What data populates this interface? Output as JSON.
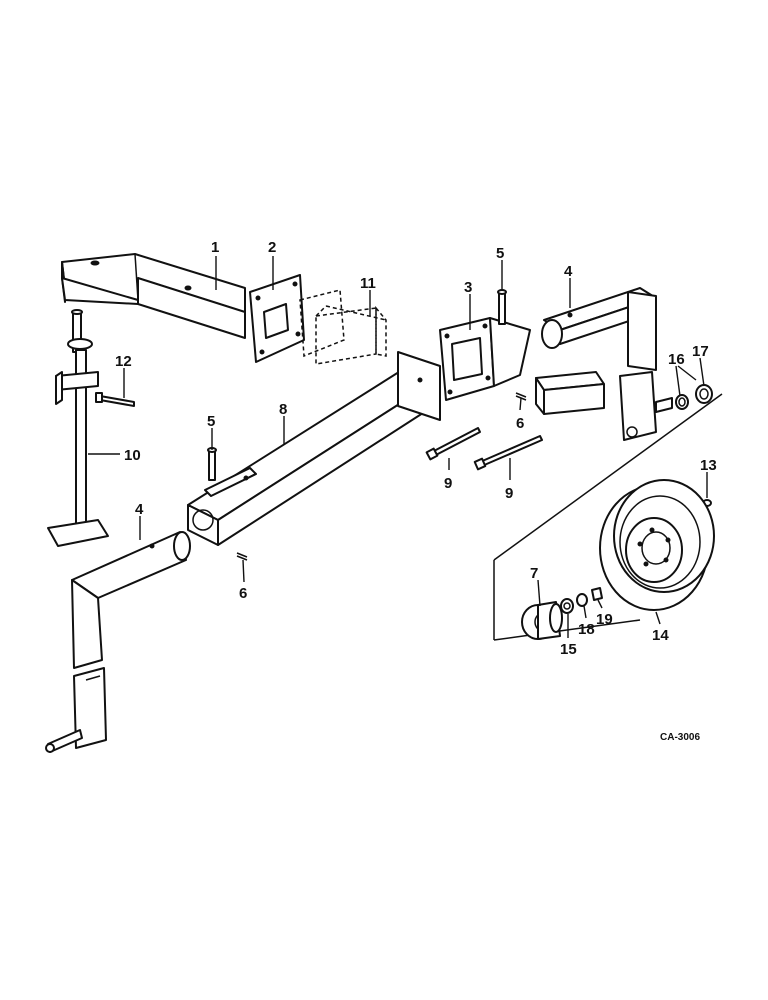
{
  "diagram_code": "CA-3006",
  "callouts": {
    "c1": "1",
    "c2": "2",
    "c3": "3",
    "c4a": "4",
    "c4b": "4",
    "c5a": "5",
    "c5b": "5",
    "c6a": "6",
    "c6b": "6",
    "c7": "7",
    "c8": "8",
    "c9a": "9",
    "c9b": "9",
    "c10": "10",
    "c11": "11",
    "c12": "12",
    "c13": "13",
    "c14": "14",
    "c15": "15",
    "c16": "16",
    "c17": "17",
    "c18": "18",
    "c19": "19"
  }
}
